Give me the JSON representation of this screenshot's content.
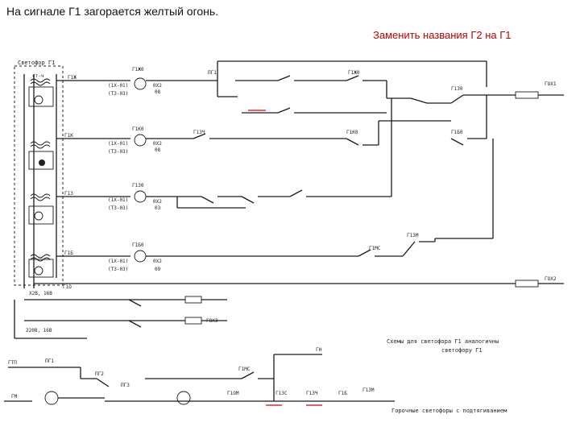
{
  "header": {
    "title": "На сигнале Г1 загорается желтый огонь.",
    "note": "Заменить названия Г2 на Г1"
  },
  "diagram": {
    "cabinet_label": "Светофор Г1",
    "lamp_rows": [
      {
        "lamp": "Г1Ж0",
        "ref1": "(1Х-01)",
        "ref2": "(Т3-03)",
        "fuse": "0Х2",
        "fuse_ref": "08",
        "wire": "Г1Ж",
        "tap": "ст-ч"
      },
      {
        "lamp": "Г1К0",
        "ref1": "(1Х-01)",
        "ref2": "(Т3-03)",
        "fuse": "0Х2",
        "fuse_ref": "08",
        "wire": "Г1К",
        "tap": ""
      },
      {
        "lamp": "Г1З0",
        "ref1": "(1Х-01)",
        "ref2": "(Т3-03)",
        "fuse": "0Х2",
        "fuse_ref": "03",
        "wire": "Г1З",
        "tap": ""
      },
      {
        "lamp": "Г1Б0",
        "ref1": "(1Х-01)",
        "ref2": "(Т3-03)",
        "fuse": "0Х2",
        "fuse_ref": "09",
        "wire": "Г1Б",
        "tap": ""
      }
    ],
    "relays": [
      "ПГ1",
      "Г1Ж0",
      "Г1З0",
      "Г1Б0",
      "Г1ЗМ",
      "Г1МС",
      "Г1ЗЧ",
      "Г1К0"
    ],
    "outputs": [
      "ГОХ1",
      "ГОХ2",
      "ГОХ3"
    ],
    "common_wire": "Г1О",
    "power": [
      "Х2В, 16В",
      "220В, 16В"
    ],
    "scheme_caption_line1": "Схемы для светофора Г1 аналогичны",
    "scheme_caption_line2": "светофору Г1",
    "bottom_input": "ГТП",
    "bottom_relays": [
      "ПГ1",
      "ПГ2",
      "ПГ3",
      "Г1ОМ",
      "Г1МС",
      "Г1ЗС",
      "Г1ЗЧ",
      "Г1Б",
      "Г1ЗМ",
      "ГН"
    ],
    "bottom_left": "ГМ",
    "bottom_caption": "Горочные светофоры с подтягиванием"
  }
}
